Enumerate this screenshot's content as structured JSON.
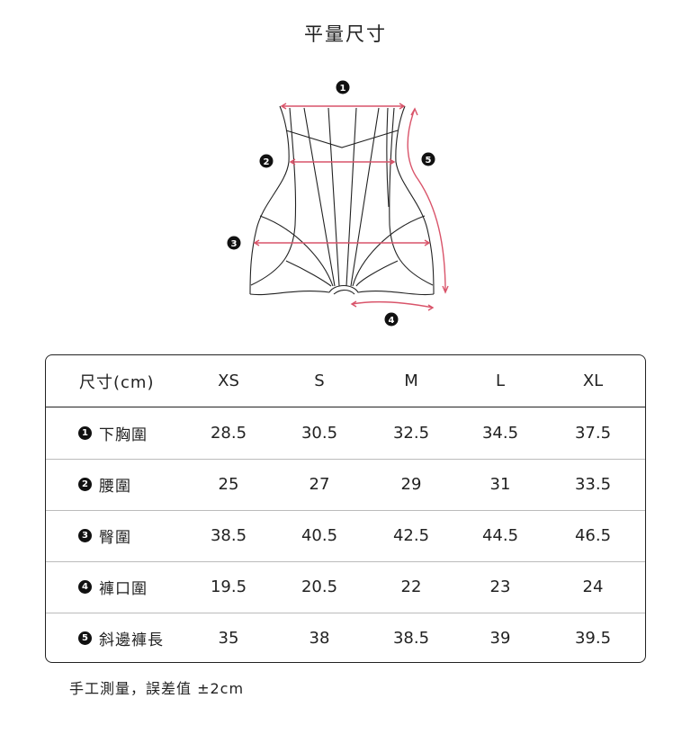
{
  "title": "平量尺寸",
  "diagram": {
    "markers": [
      "1",
      "2",
      "3",
      "4",
      "5"
    ],
    "accent": "#d9546a"
  },
  "table": {
    "header": [
      "尺寸(cm)",
      "XS",
      "S",
      "M",
      "L",
      "XL"
    ],
    "rows": [
      {
        "num": "1",
        "label": "下胸圍",
        "values": [
          "28.5",
          "30.5",
          "32.5",
          "34.5",
          "37.5"
        ]
      },
      {
        "num": "2",
        "label": "腰圍",
        "values": [
          "25",
          "27",
          "29",
          "31",
          "33.5"
        ]
      },
      {
        "num": "3",
        "label": "臀圍",
        "values": [
          "38.5",
          "40.5",
          "42.5",
          "44.5",
          "46.5"
        ]
      },
      {
        "num": "4",
        "label": "褲口圍",
        "values": [
          "19.5",
          "20.5",
          "22",
          "23",
          "24"
        ]
      },
      {
        "num": "5",
        "label": "斜邊褲長",
        "values": [
          "35",
          "38",
          "38.5",
          "39",
          "39.5"
        ]
      }
    ]
  },
  "note": "手工測量，誤差值 ±2cm"
}
